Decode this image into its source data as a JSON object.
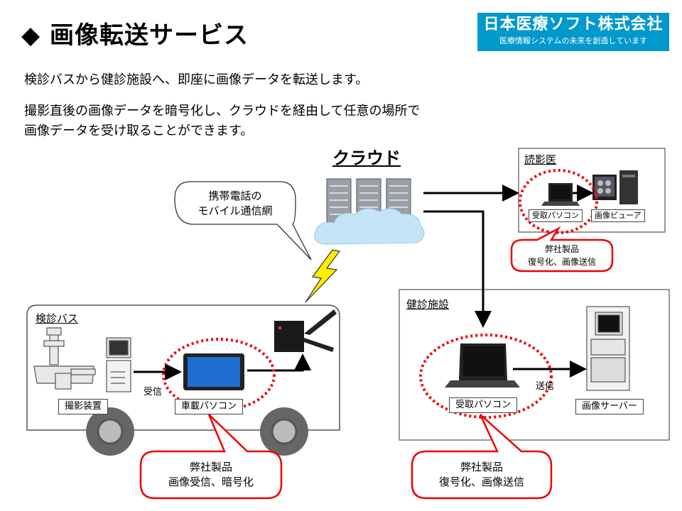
{
  "title": "◆ 画像転送サービス",
  "company": {
    "name": "日本医療ソフト株式会社",
    "tagline": "医療情報システムの未来を創造しています"
  },
  "intro": {
    "line1": "検診バスから健診施設へ、即座に画像データを転送します。",
    "line2": "撮影直後の画像データを暗号化し、クラウドを経由して任意の場所で",
    "line3": "画像データを受け取ることができます。"
  },
  "cloud_label": "クラウド",
  "mobile_callout": {
    "line1": "携帯電話の",
    "line2": "モバイル通信網"
  },
  "bus": {
    "label": "検診バス",
    "device": "撮影装置",
    "received": "受信",
    "car_pc": "車載パソコン"
  },
  "facility": {
    "label": "健診施設",
    "pc": "受取パソコン",
    "send": "送信",
    "server": "画像サーバー"
  },
  "reader": {
    "label": "読影医",
    "pc": "受取パソコン",
    "viewer": "画像ビューア"
  },
  "callouts": {
    "bus": {
      "line1": "弊社製品",
      "line2": "画像受信、暗号化"
    },
    "facility": {
      "line1": "弊社製品",
      "line2": "復号化、画像送信"
    },
    "reader": {
      "line1": "弊社製品",
      "line2": "復号化、画像送信"
    }
  },
  "colors": {
    "accent": "#0099cc",
    "red": "#ee0000",
    "bolt": "#ffee00"
  }
}
